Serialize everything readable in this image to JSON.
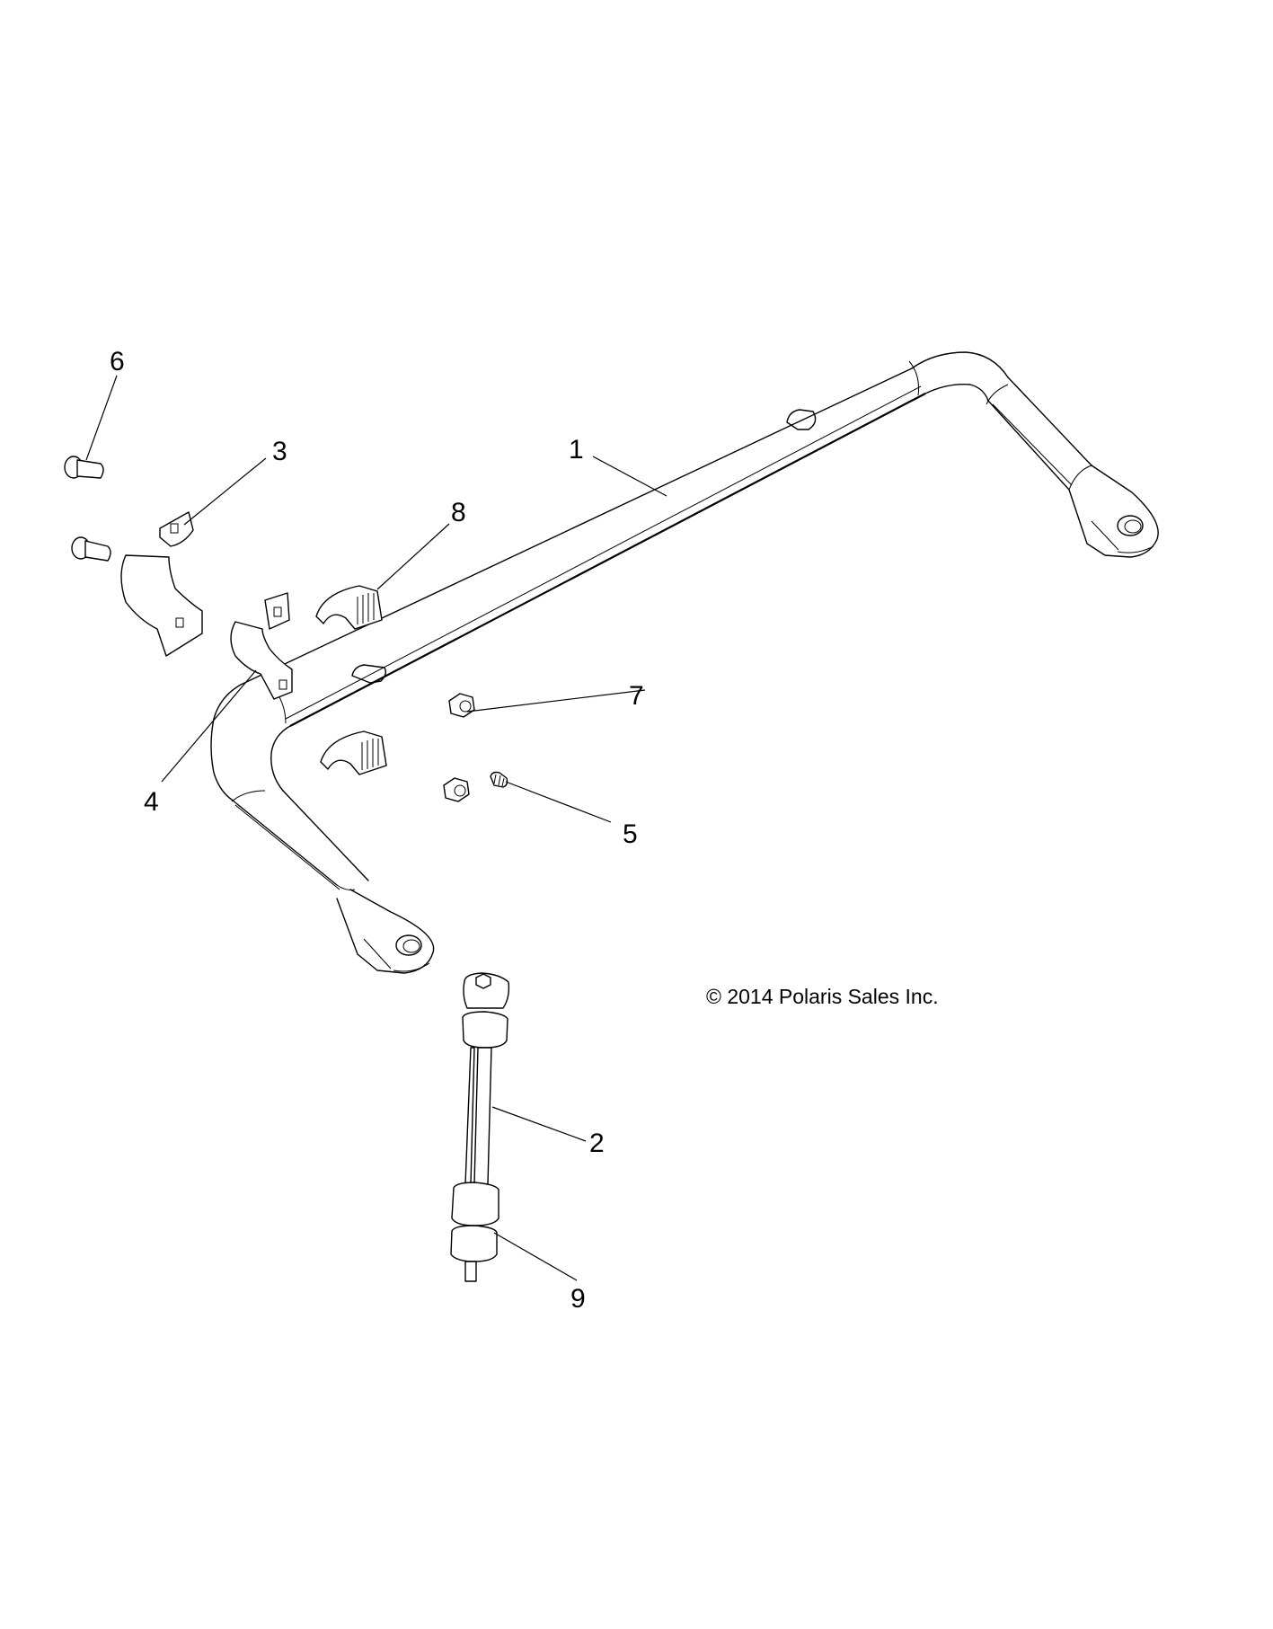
{
  "diagram": {
    "type": "exploded parts diagram",
    "subject": "stabilizer bar assembly",
    "copyright": "© 2014 Polaris Sales Inc.",
    "callouts": [
      {
        "id": "1",
        "label": "1",
        "part": "stabilizer-bar"
      },
      {
        "id": "2",
        "label": "2",
        "part": "link-rod"
      },
      {
        "id": "3",
        "label": "3",
        "part": "bar-clamp-bracket-upper"
      },
      {
        "id": "4",
        "label": "4",
        "part": "bar-clamp-bracket-lower"
      },
      {
        "id": "5",
        "label": "5",
        "part": "grease-fitting"
      },
      {
        "id": "6",
        "label": "6",
        "part": "flange-bolt"
      },
      {
        "id": "7",
        "label": "7",
        "part": "flange-nut"
      },
      {
        "id": "8",
        "label": "8",
        "part": "bar-bushing"
      },
      {
        "id": "9",
        "label": "9",
        "part": "link-bushing"
      }
    ],
    "colors": {
      "line": "#000000",
      "background": "#ffffff"
    }
  }
}
